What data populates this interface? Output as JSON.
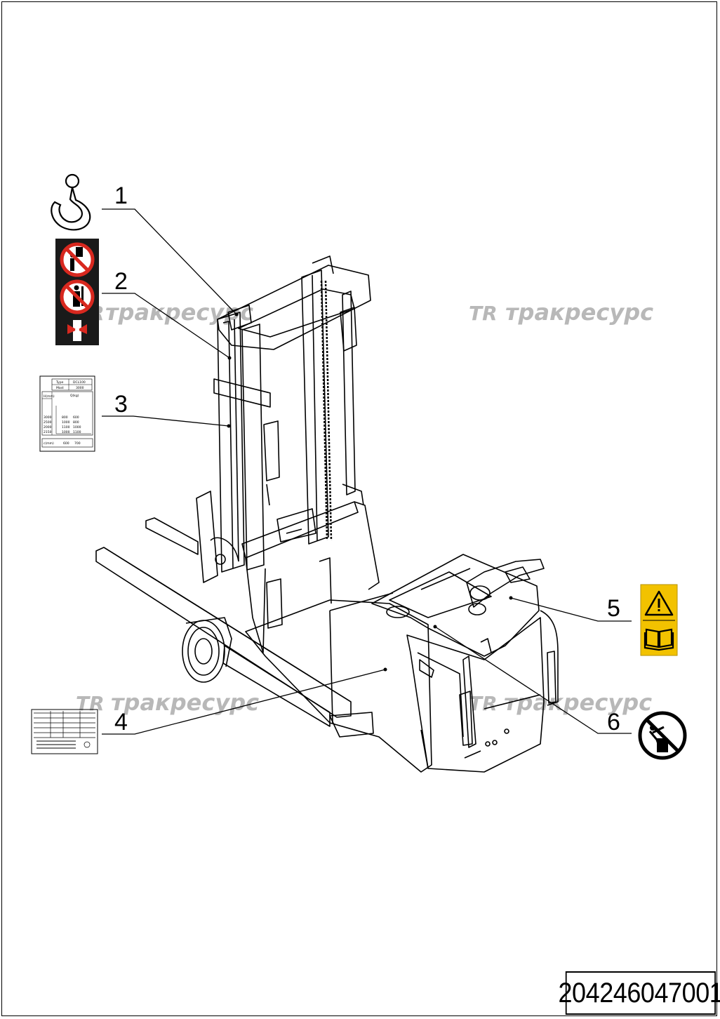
{
  "callouts": [
    {
      "id": "1",
      "label": "1"
    },
    {
      "id": "2",
      "label": "2"
    },
    {
      "id": "3",
      "label": "3"
    },
    {
      "id": "4",
      "label": "4"
    },
    {
      "id": "5",
      "label": "5"
    },
    {
      "id": "6",
      "label": "6"
    }
  ],
  "watermark": {
    "logo": "TR",
    "text": "тракресурс"
  },
  "part_number": "204246047001",
  "load_chart_label": {
    "type_key": "Type",
    "type_val": "DCL100",
    "mast_key": "Mast",
    "mast_val": "3000",
    "h_key": "H(mm)",
    "q_key": "Q(kg)",
    "rows": [
      [
        "3000",
        "800",
        "600"
      ],
      [
        "2500",
        "1000",
        "800"
      ],
      [
        "2000",
        "1100",
        "1000"
      ],
      [
        "2150",
        "1000",
        "1100"
      ]
    ],
    "footer": [
      "c(mm)",
      "600",
      "700"
    ]
  },
  "colors": {
    "sticker_yellow": "#f2c200",
    "sticker_dark": "#1a1a1a",
    "prohibit_red": "#d8281f",
    "watermark": "#b8b8b8"
  },
  "icons": [
    "hook-icon",
    "no-standing-under-load-icon",
    "no-passenger-icon",
    "pinch-warning-icon",
    "warning-triangle-icon",
    "manual-book-icon",
    "no-climbing-icon"
  ]
}
